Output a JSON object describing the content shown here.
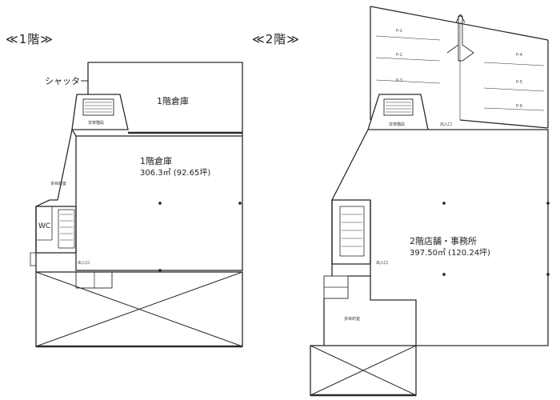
{
  "floor1": {
    "label": "≪1階≫",
    "shutter": "シャッター",
    "storage_top": "1階倉庫",
    "storage_main": "1階倉庫",
    "storage_area": "306.3㎡ (92.65坪)",
    "wc": "WC",
    "stair_label": "非常階段",
    "entrance": "出入口",
    "multipurpose": "多目的室"
  },
  "floor2": {
    "label": "≪2階≫",
    "main_room": "2階店舗・事務所",
    "main_area": "397.50㎡ (120.24坪)",
    "stair_label": "非常階段",
    "entrance_top": "出入口",
    "entrance_main": "出入口",
    "multipurpose": "多目的室",
    "parking": [
      "P-1",
      "P-2",
      "P-3",
      "P-4",
      "P-5",
      "P-6"
    ]
  },
  "colors": {
    "line": "#2a2a2a",
    "background": "#ffffff"
  }
}
